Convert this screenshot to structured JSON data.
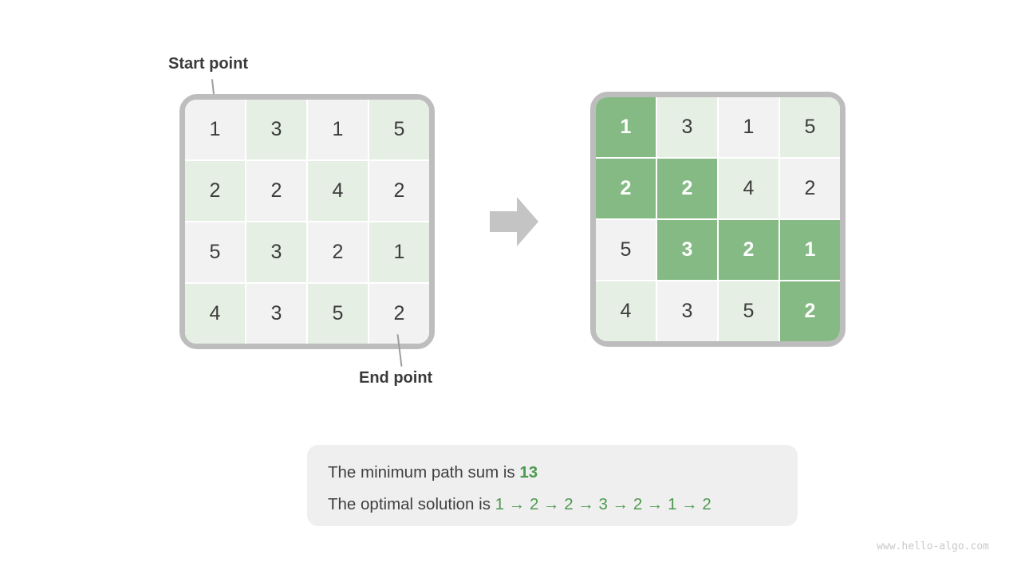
{
  "labels": {
    "start": "Start point",
    "end": "End point"
  },
  "left_grid": {
    "rows": [
      [
        1,
        3,
        1,
        5
      ],
      [
        2,
        2,
        4,
        2
      ],
      [
        5,
        3,
        2,
        1
      ],
      [
        4,
        3,
        5,
        2
      ]
    ]
  },
  "right_grid": {
    "rows": [
      [
        1,
        3,
        1,
        5
      ],
      [
        2,
        2,
        4,
        2
      ],
      [
        5,
        3,
        2,
        1
      ],
      [
        4,
        3,
        5,
        2
      ]
    ],
    "path_cells": [
      [
        0,
        0
      ],
      [
        1,
        0
      ],
      [
        1,
        1
      ],
      [
        2,
        1
      ],
      [
        2,
        2
      ],
      [
        2,
        3
      ],
      [
        3,
        3
      ]
    ]
  },
  "result_box": {
    "line1_prefix": "The minimum path sum is ",
    "line1_value": "13",
    "line2_prefix": "The optimal solution is ",
    "line2_value": "1 → 2 → 2 → 3 → 2 → 1 → 2"
  },
  "watermark": "www.hello-algo.com",
  "colors": {
    "cell_gray": "#f1f2f1",
    "cell_light_green": "#e5efe3",
    "cell_path_green": "#85ba84",
    "grid_border": "#bdbdbd",
    "arrow_gray": "#c4c4c4",
    "text_dark": "#3f3f3f",
    "accent_green": "#4c9a4f",
    "result_box_bg": "#efefef"
  }
}
